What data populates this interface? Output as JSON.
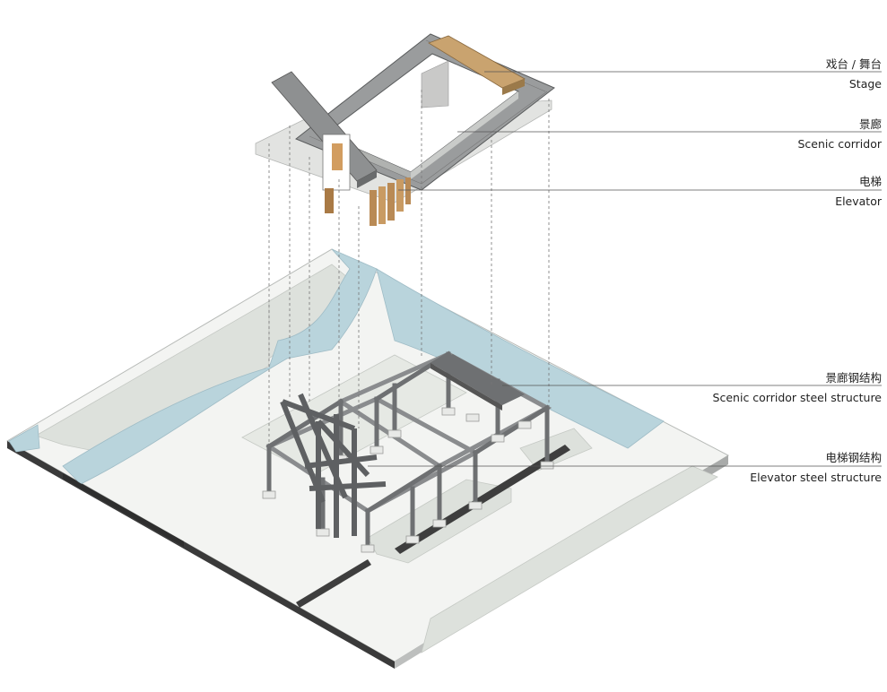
{
  "labels": [
    {
      "zh": "戏台 / 舞台",
      "en": "Stage"
    },
    {
      "zh": "景廊",
      "en": "Scenic corridor"
    },
    {
      "zh": "电梯",
      "en": "Elevator"
    },
    {
      "zh": "景廊钢结构",
      "en": "Scenic corridor steel structure"
    },
    {
      "zh": "电梯钢结构",
      "en": "Elevator steel structure"
    }
  ],
  "colors": {
    "water": "#b9d4dc",
    "ground": "#f4f5f3",
    "lawn": "#dfe3de",
    "steel": "#8a8c8e",
    "wood": "#b98a55",
    "leader": "#555555"
  }
}
